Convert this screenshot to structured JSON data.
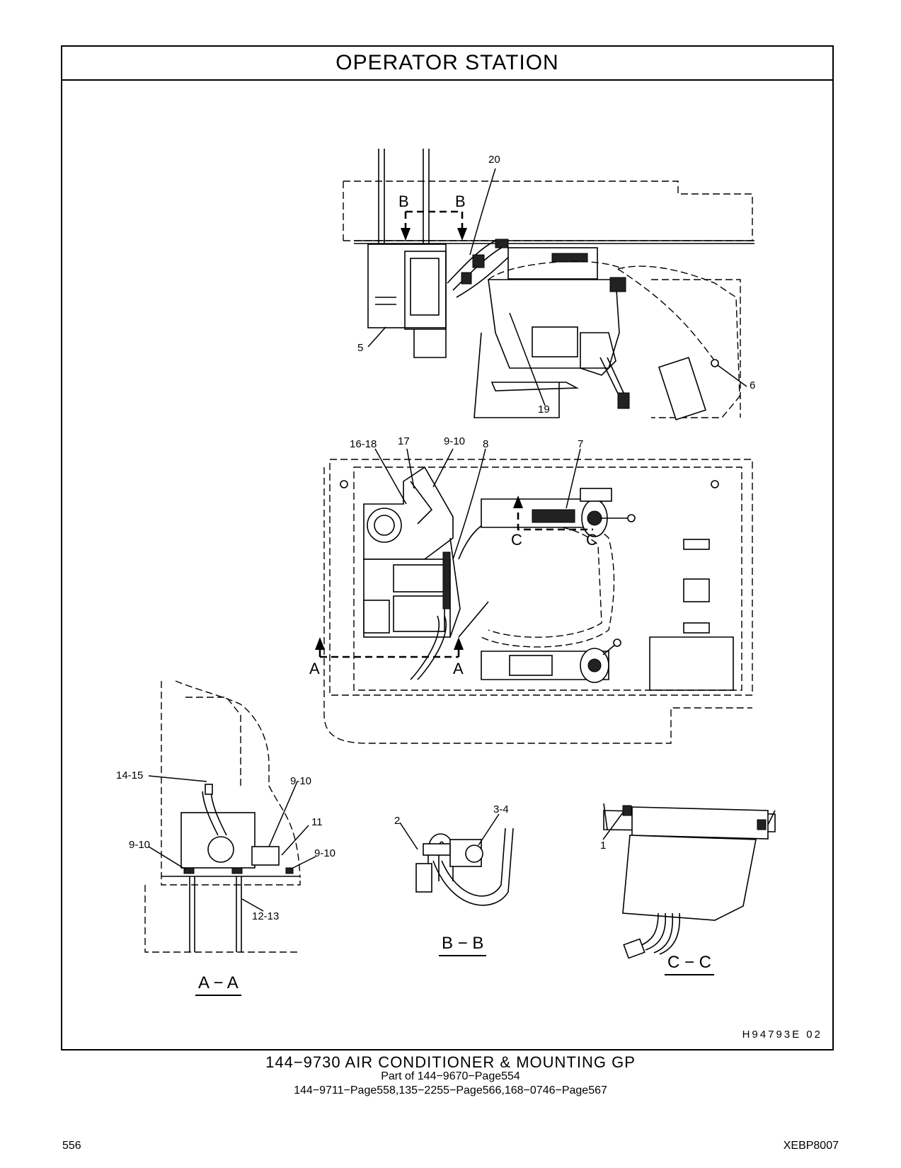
{
  "header": {
    "title": "OPERATOR   STATION"
  },
  "callouts": {
    "top": [
      "20",
      "5",
      "6",
      "19"
    ],
    "middle": [
      "16-18",
      "17",
      "9-10",
      "8",
      "7"
    ],
    "aa": [
      "14-15",
      "9-10",
      "11",
      "9-10",
      "9-10",
      "12-13"
    ],
    "bb": [
      "3-4",
      "2"
    ],
    "cc": [
      "1"
    ]
  },
  "section_marks": {
    "b_left": "B",
    "b_right": "B",
    "c_left": "C",
    "c_right": "C",
    "a_left": "A",
    "a_right": "A"
  },
  "section_titles": {
    "aa": "A − A",
    "bb": "B − B",
    "cc": "C − C"
  },
  "figure_ref": "H94793E    02",
  "caption": {
    "title": "144−9730  AIR  CONDITIONER  &  MOUNTING  GP",
    "line1": "Part of 144−9670−Page554",
    "line2": "144−9711−Page558,135−2255−Page566,168−0746−Page567"
  },
  "footer": {
    "page_number": "556",
    "doc_id": "XEBP8007"
  }
}
